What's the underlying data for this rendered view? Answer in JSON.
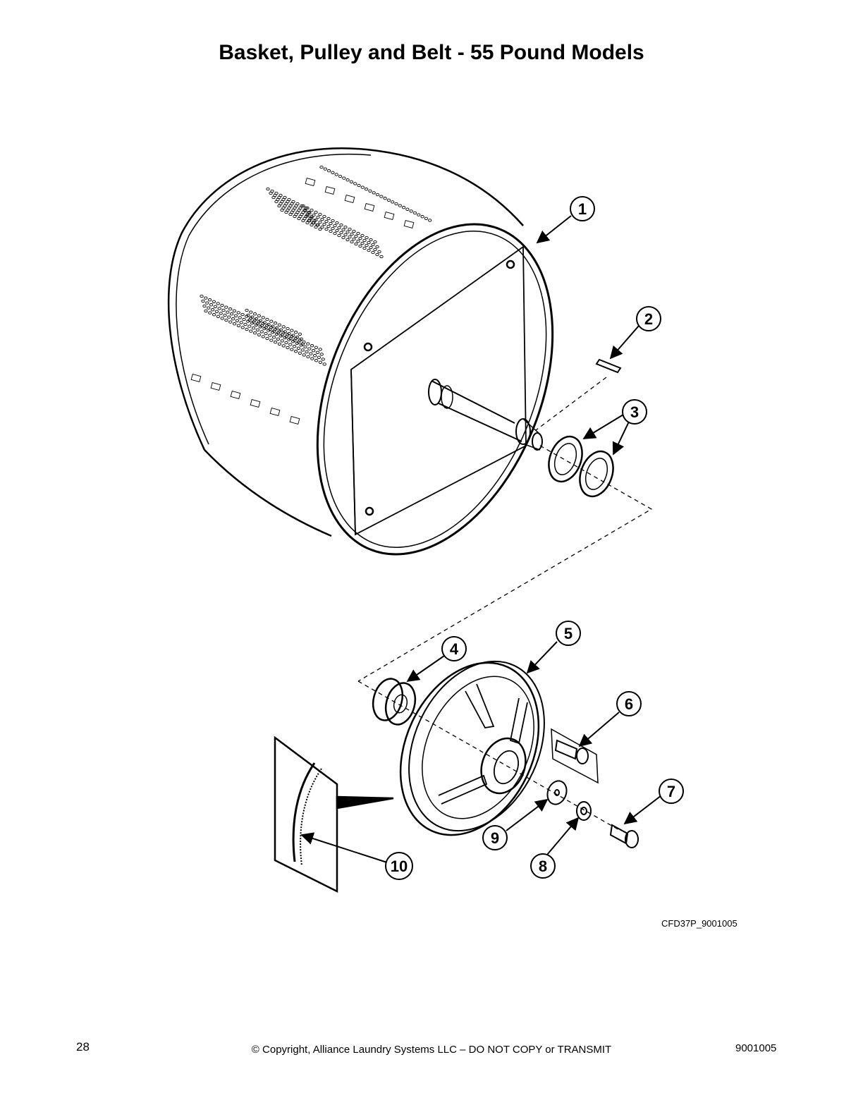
{
  "title": "Basket, Pulley and Belt - 55 Pound Models",
  "callouts": [
    "1",
    "2",
    "3",
    "4",
    "5",
    "6",
    "7",
    "8",
    "9",
    "10"
  ],
  "figure_id": "CFD37P_9001005",
  "footer": {
    "page_number": "28",
    "copyright": "© Copyright, Alliance Laundry Systems LLC – DO NOT COPY or TRANSMIT",
    "document_number": "9001005"
  }
}
